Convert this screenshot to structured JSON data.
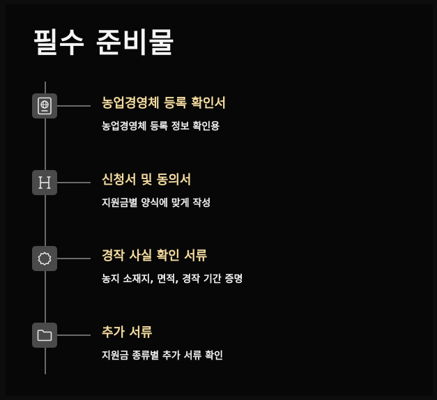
{
  "page": {
    "title": "필수 준비물"
  },
  "items": [
    {
      "icon": "passport-icon",
      "title": "농업경영체 등록 확인서",
      "description": "농업경영체 등록 정보 확인용"
    },
    {
      "icon": "letter-h-icon",
      "title": "신청서 및 동의서",
      "description": "지원금별 양식에 맞게 작성"
    },
    {
      "icon": "badge-icon",
      "title": "경작 사실 확인 서류",
      "description": "농지 소재지, 면적, 경작 기간 증명"
    },
    {
      "icon": "folder-icon",
      "title": "추가 서류",
      "description": "지원금 종류별 추가 서류 확인"
    }
  ],
  "colors": {
    "background": "#070707",
    "item_title": "#f5dca0",
    "item_description": "#f2f2f2",
    "icon_box": "#4a4a4a",
    "timeline": "#6a6a6a"
  }
}
